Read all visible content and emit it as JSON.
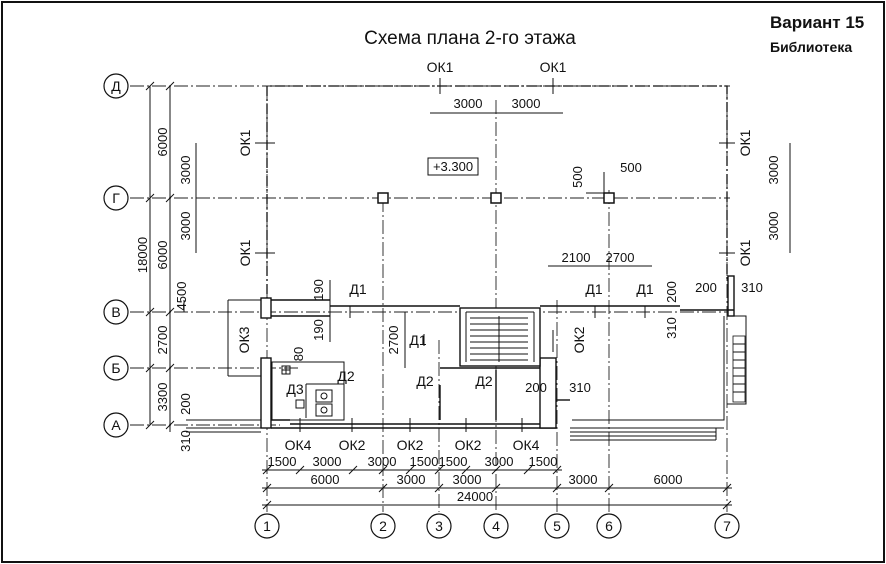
{
  "title": "Схема плана 2-го этажа",
  "variant": "Вариант 15",
  "building": "Библиотека",
  "elevation": "+3.300",
  "axes_letters": [
    "А",
    "Б",
    "В",
    "Г",
    "Д"
  ],
  "axes_numbers": [
    "1",
    "2",
    "3",
    "4",
    "5",
    "6",
    "7"
  ],
  "windows": {
    "ok1": "ОК1",
    "ok2": "ОК2",
    "ok3": "ОК3",
    "ok4": "ОК4"
  },
  "doors": {
    "d1": "Д1",
    "d2": "Д2",
    "d3": "Д3"
  },
  "dims": {
    "left_total": "18000",
    "left_6000": "6000",
    "left_6000b": "6000",
    "left_4500": "4500",
    "left_2700": "2700",
    "left_3300": "3300",
    "left_200": "200",
    "left_310": "310",
    "left_190a": "190",
    "left_190b": "190",
    "left_80": "80",
    "left_3000a": "3000",
    "left_3000b": "3000",
    "top_3000a": "3000",
    "top_3000b": "3000",
    "col_500a": "500",
    "col_500b": "500",
    "right_3000a": "3000",
    "right_3000b": "3000",
    "mid_2100": "2100",
    "mid_2700": "2700",
    "mid_200a": "200",
    "mid_310a": "310",
    "mid_200b": "200",
    "mid_310b": "310",
    "mid_200c": "200",
    "mid_310c": "310",
    "stair_2700": "2700",
    "row1": [
      "1500",
      "3000",
      "3000",
      "1500",
      "1500",
      "3000",
      "1500"
    ],
    "row2": [
      "6000",
      "3000",
      "3000",
      "3000",
      "6000"
    ],
    "total": "24000"
  }
}
